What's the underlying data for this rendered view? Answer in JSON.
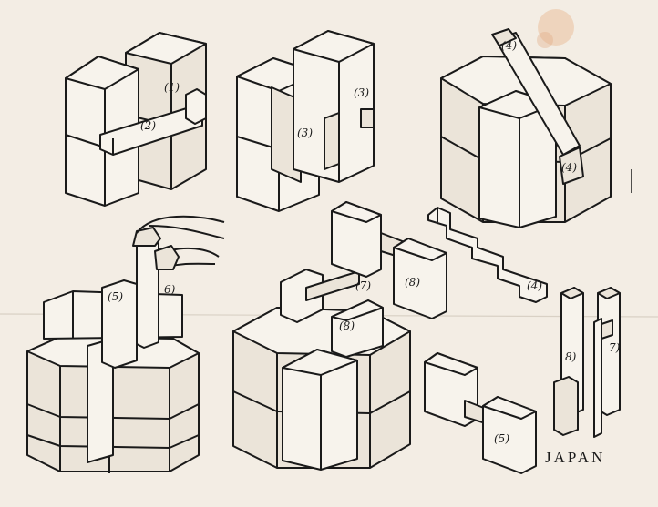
{
  "diagram": {
    "labels": {
      "fig1_piece1": "(1)",
      "fig1_piece2": "(2)",
      "fig2_piece3a": "(3)",
      "fig2_piece3b": "(3)",
      "fig3_piece4a": "(4)",
      "fig3_piece4b": "(4)",
      "fig4_piece5": "(5)",
      "fig4_piece6": "6)",
      "fig5_piece7": "(7)",
      "fig5_piece8": "(8)",
      "fig5_piece8b": "(8)",
      "loose_piece4": "(4)",
      "loose_piece5": "(5)",
      "loose_piece8": "8)",
      "loose_piece7": "7)"
    },
    "caption": "JAPAN",
    "colors": {
      "paper": "#f3ede4",
      "ink": "#1a1a1a",
      "face_top": "#f7f3ec",
      "face_side": "#ebe4d9",
      "stain": "#e8b58f"
    }
  }
}
